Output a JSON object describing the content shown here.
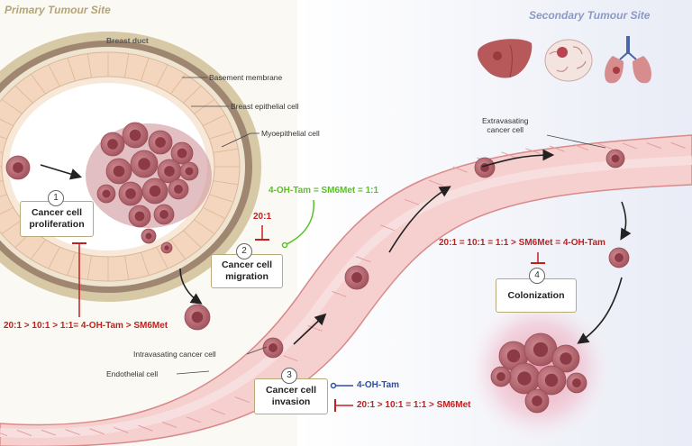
{
  "titles": {
    "primary": "Primary  Tumour Site",
    "secondary": "Secondary  Tumour Site"
  },
  "labels": {
    "breast_duct": "Breast duct",
    "basement_membrane": "Basement membrane",
    "breast_epithelial_cell": "Breast epithelial cell",
    "myoepithelial_cell": "Myoepithelial cell",
    "extravasating_line1": "Extravasating",
    "extravasating_line2": "cancer cell",
    "intravasating": "Intravasating cancer cell",
    "endothelial": "Endothelial cell"
  },
  "steps": [
    {
      "number": "1",
      "line1": "Cancer cell",
      "line2": "proliferation"
    },
    {
      "number": "2",
      "line1": "Cancer cell",
      "line2": "migration"
    },
    {
      "number": "3",
      "line1": "Cancer cell",
      "line2": "invasion"
    },
    {
      "number": "4",
      "line1": "Colonization",
      "line2": ""
    }
  ],
  "effects": {
    "proliferation": "20:1 > 10:1 > 1:1= 4-OH-Tam > SM6Met",
    "migration_activate": "4-OH-Tam = SM6Met = 1:1",
    "migration_inhibit": "20:1",
    "invasion_activate": "4-OH-Tam",
    "invasion_inhibit": "20:1 > 10:1 = 1:1 > SM6Met",
    "colonization": "20:1 = 10:1 = 1:1 > SM6Met = 4-OH-Tam"
  },
  "colors": {
    "inhibit": "#c0211f",
    "activate_green": "#5cbf2a",
    "activate_blue": "#2a4fa8",
    "primary_title": "#b5a478",
    "secondary_title": "#8a9ac6",
    "vessel": "#f2c4c4",
    "cancer_cell": "#b9676f"
  },
  "icons": [
    "liver-icon",
    "brain-icon",
    "lungs-icon"
  ]
}
